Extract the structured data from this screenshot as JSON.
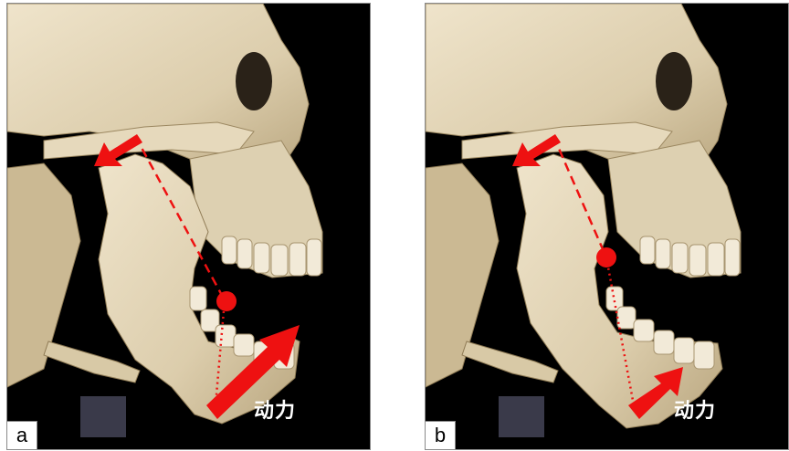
{
  "panels": [
    {
      "letter": "a",
      "force_label": "动力"
    },
    {
      "letter": "b",
      "force_label": "动力"
    }
  ],
  "colors": {
    "bone": "#e8dcc2",
    "bone_shadow": "#b9a67f",
    "bone_dark": "#7d6a48",
    "background": "#000000",
    "arrow": "#ee1111"
  }
}
